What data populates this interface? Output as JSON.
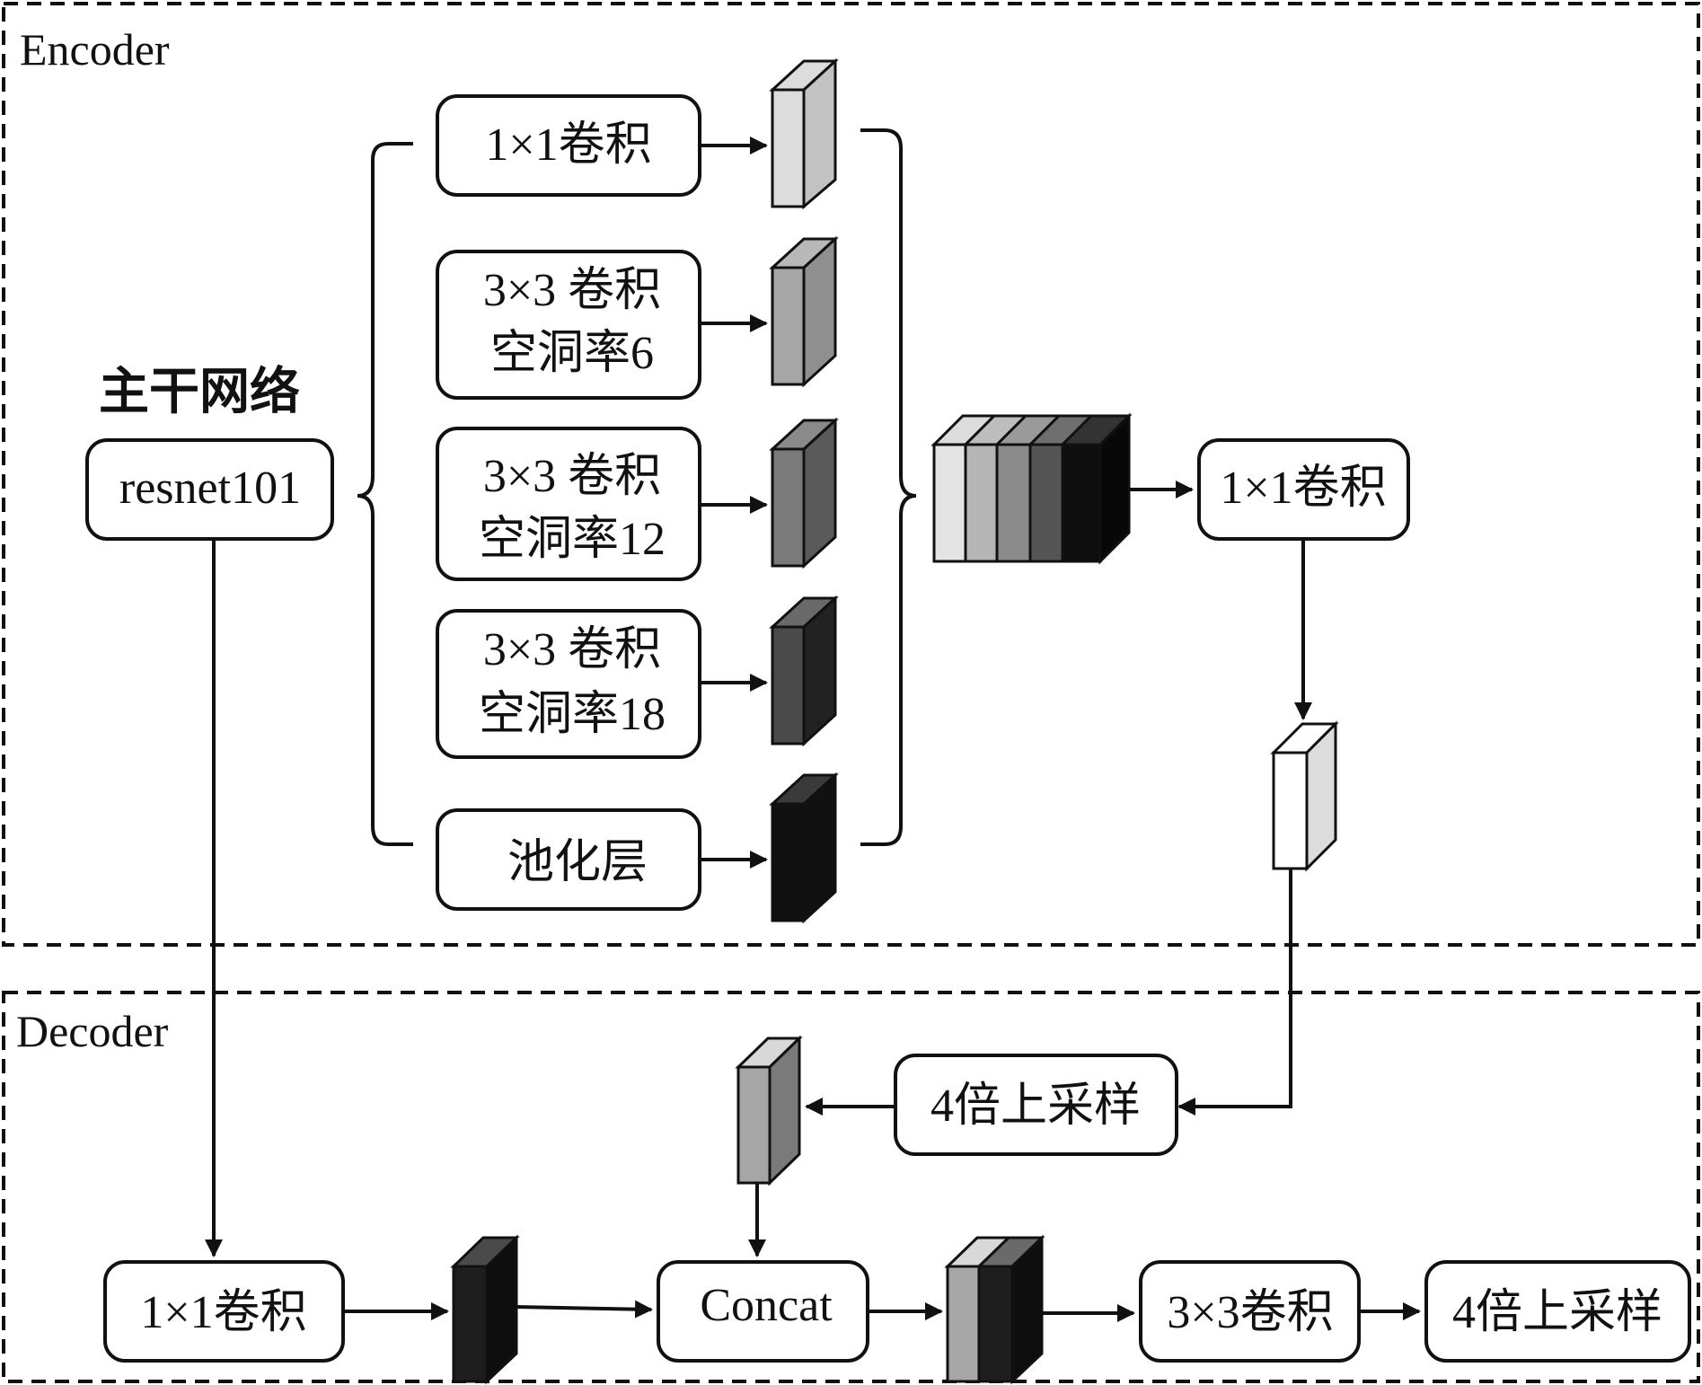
{
  "sections": {
    "encoder": "Encoder",
    "decoder": "Decoder"
  },
  "backbone": {
    "title": "主干网络",
    "model": "resnet101"
  },
  "aspp": {
    "conv1": "1×1卷积",
    "atrous6": [
      "3×3 卷积",
      "空洞率6"
    ],
    "atrous12": [
      "3×3 卷积",
      "空洞率12"
    ],
    "atrous18": [
      "3×3 卷积",
      "空洞率18"
    ],
    "pool": "池化层"
  },
  "encoder_conv": "1×1卷积",
  "upsample1": "4倍上采样",
  "decoder_conv": "1×1卷积",
  "concat": "Concat",
  "conv3": "3×3卷积",
  "upsample2": "4倍上采样",
  "colors": {
    "feat_light": "#dcdcdc",
    "feat_mid": "#a6a6a6",
    "feat_gray": "#7a7a7a",
    "feat_dark": "#4a4a4a",
    "feat_black": "#111111",
    "feat_white": "#ffffff"
  }
}
